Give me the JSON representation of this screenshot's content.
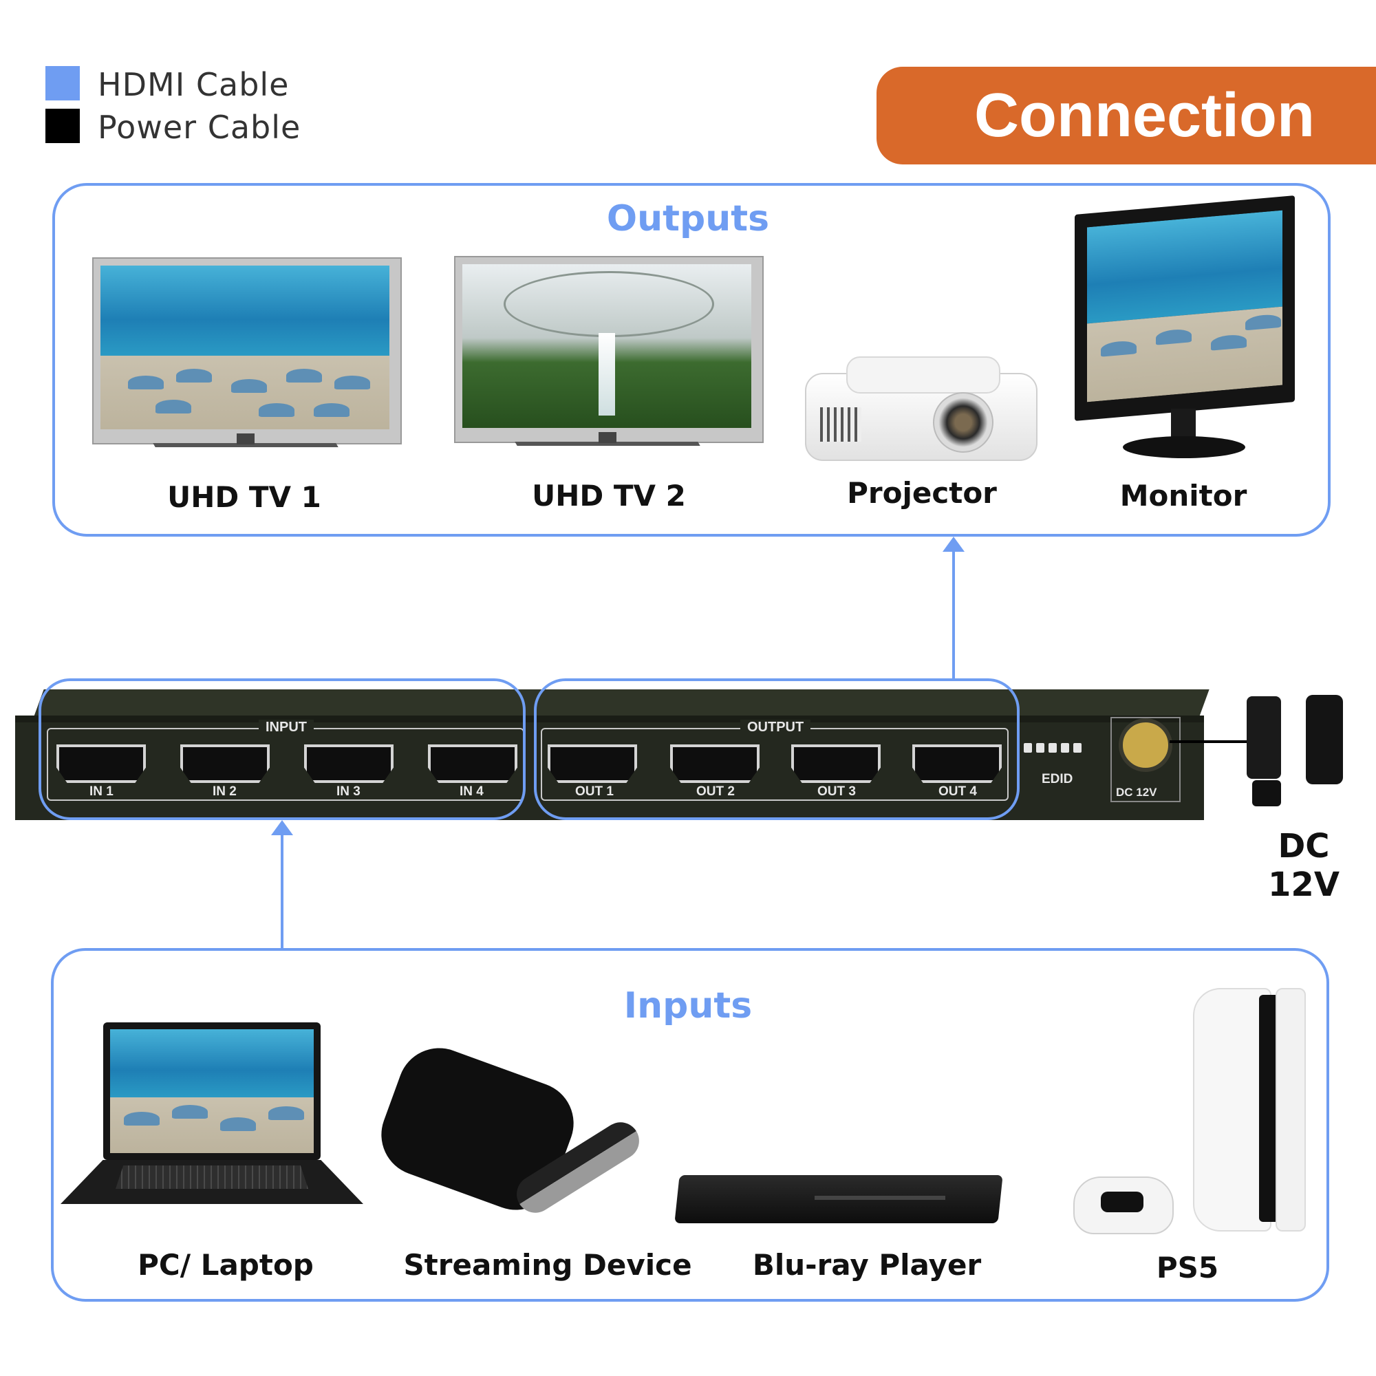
{
  "legend": [
    {
      "label": "HDMI Cable",
      "color": "#6f9df2"
    },
    {
      "label": "Power Cable",
      "color": "#000000"
    }
  ],
  "banner": {
    "title": "Connection",
    "color": "#d9692a"
  },
  "outputs": {
    "title": "Outputs",
    "devices": [
      {
        "label": "UHD TV 1",
        "icon": "tv-icon"
      },
      {
        "label": "UHD TV 2",
        "icon": "tv-icon"
      },
      {
        "label": "Projector",
        "icon": "projector-icon"
      },
      {
        "label": "Monitor",
        "icon": "monitor-icon"
      }
    ]
  },
  "inputs": {
    "title": "Inputs",
    "devices": [
      {
        "label": "PC/ Laptop",
        "icon": "laptop-icon"
      },
      {
        "label": "Streaming Device",
        "icon": "streaming-box-icon"
      },
      {
        "label": "Blu-ray Player",
        "icon": "bluray-player-icon"
      },
      {
        "label": "PS5",
        "icon": "ps5-icon"
      }
    ]
  },
  "switch": {
    "input_group_label": "INPUT",
    "output_group_label": "OUTPUT",
    "input_ports": [
      "IN 1",
      "IN 2",
      "IN 3",
      "IN 4"
    ],
    "output_ports": [
      "OUT 1",
      "OUT 2",
      "OUT 3",
      "OUT 4"
    ],
    "edid_label": "EDID",
    "dc_port_label": "DC 12V"
  },
  "power": {
    "label": "DC 12V"
  },
  "colors": {
    "accent": "#6f9df2",
    "banner": "#d9692a"
  }
}
